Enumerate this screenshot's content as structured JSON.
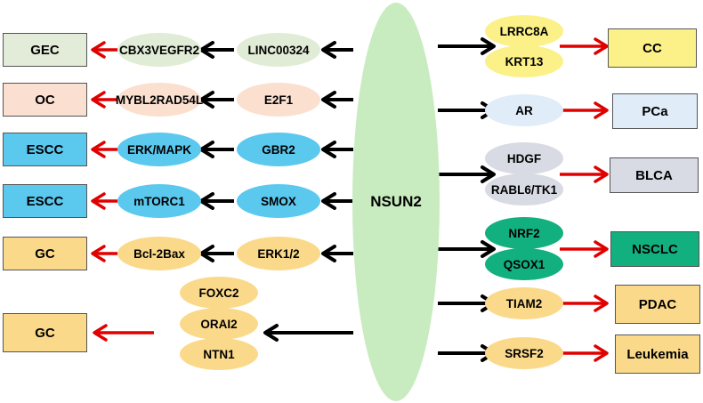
{
  "hub": {
    "label": "NSUN2",
    "color": "#c8ecc0"
  },
  "left_pathways": [
    {
      "disease": "GEC",
      "disease_color": "#e2ecd8",
      "mediator": "CBX3\nVEGFR2",
      "mediator_color": "#e0ecd6",
      "upstream": "LINC00324",
      "upstream_color": "#e0ecd6"
    },
    {
      "disease": "OC",
      "disease_color": "#fbe0d2",
      "mediator": "MYBL2\nRAD54L",
      "mediator_color": "#fbe0d0",
      "upstream": "E2F1",
      "upstream_color": "#fbe0d0"
    },
    {
      "disease": "ESCC",
      "disease_color": "#5bc8ee",
      "mediator": "ERK/MAPK",
      "mediator_color": "#5bc8ee",
      "upstream": "GBR2",
      "upstream_color": "#5bc8ee"
    },
    {
      "disease": "ESCC",
      "disease_color": "#5bc8ee",
      "mediator": "mTORC1",
      "mediator_color": "#5bc8ee",
      "upstream": "SMOX",
      "upstream_color": "#5bc8ee"
    },
    {
      "disease": "GC",
      "disease_color": "#fbd98a",
      "mediator": "Bcl-2\nBax",
      "mediator_color": "#fbd98a",
      "upstream": "ERK1/2",
      "upstream_color": "#fbd98a"
    }
  ],
  "left_bottom": {
    "disease": "GC",
    "disease_color": "#fbd98a",
    "node_color": "#fbd98a",
    "mediators": [
      "FOXC2",
      "ORAI2",
      "NTN1"
    ]
  },
  "right_pathways": [
    {
      "mediators": [
        "LRRC8A",
        "KRT13"
      ],
      "mediator_color": "#fbf188",
      "disease": "CC",
      "disease_color": "#fbf188"
    },
    {
      "mediators": [
        "AR"
      ],
      "mediator_color": "#e0ecf8",
      "disease": "PCa",
      "disease_color": "#e0ecf8"
    },
    {
      "mediators": [
        "HDGF",
        "RABL6/TK1"
      ],
      "mediator_color": "#d8dae4",
      "disease": "BLCA",
      "disease_color": "#d8dae4"
    },
    {
      "mediators": [
        "NRF2",
        "QSOX1"
      ],
      "mediator_color": "#12b07f",
      "disease": "NSCLC",
      "disease_color": "#12b07f"
    },
    {
      "mediators": [
        "TIAM2"
      ],
      "mediator_color": "#fbd98a",
      "disease": "PDAC",
      "disease_color": "#fbd98a"
    },
    {
      "mediators": [
        "SRSF2"
      ],
      "mediator_color": "#fbd98a",
      "disease": "Leukemia",
      "disease_color": "#fbd98a"
    }
  ],
  "arrow_colors": {
    "regulation": "#000000",
    "disease": "#e00000"
  }
}
